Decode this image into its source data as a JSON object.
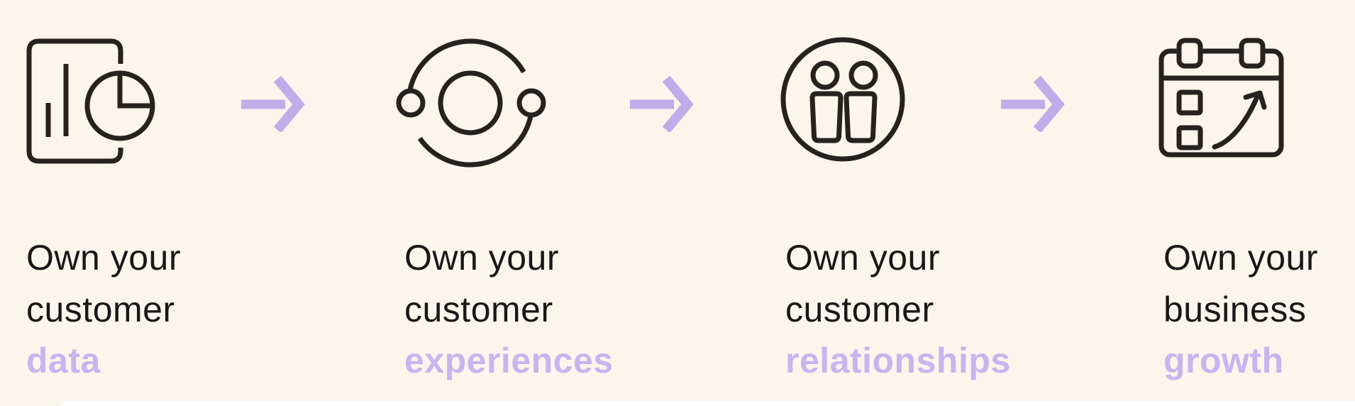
{
  "colors": {
    "background": "#FAF6EB",
    "text": "#191817",
    "icon_stroke": "#26231E",
    "arrow": "#BFADE9",
    "highlight_text": "#C6B5EF",
    "bottom_strip": "#FFFFFF"
  },
  "arrow": {
    "name": "right-arrow-icon"
  },
  "steps": [
    {
      "icon": "report-pie-chart-icon",
      "line1": "Own your",
      "line2": "customer",
      "highlight": "data"
    },
    {
      "icon": "orbit-icon",
      "line1": "Own your",
      "line2": "customer",
      "highlight": "experiences"
    },
    {
      "icon": "people-icon",
      "line1": "Own your",
      "line2": "customer",
      "highlight": "relationships"
    },
    {
      "icon": "calendar-growth-icon",
      "line1": "Own your",
      "line2": "business",
      "highlight": "growth"
    }
  ]
}
